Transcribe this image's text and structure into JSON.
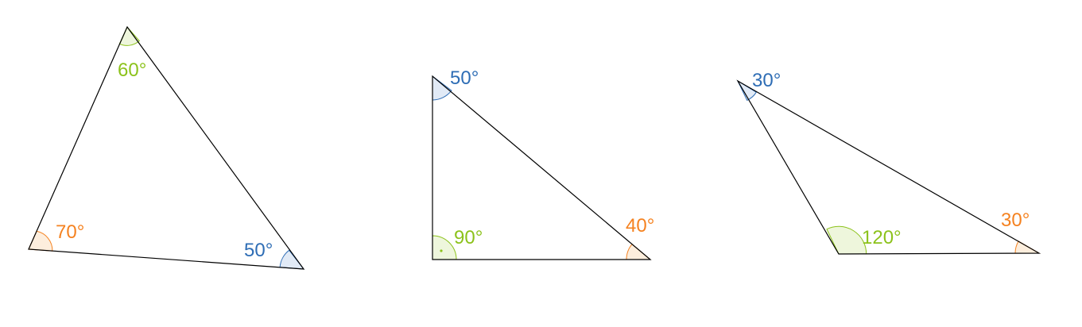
{
  "colors": {
    "orange": "#f58220",
    "green": "#8cc21b",
    "blue": "#2e6db5",
    "orange_fill": "#fdeedd",
    "green_fill": "#eef6dc",
    "blue_fill": "#e1eaf6"
  },
  "triangles": [
    {
      "name": "acute-triangle",
      "angles": [
        {
          "label": "60°",
          "color": "green"
        },
        {
          "label": "70°",
          "color": "orange"
        },
        {
          "label": "50°",
          "color": "blue"
        }
      ]
    },
    {
      "name": "right-triangle",
      "angles": [
        {
          "label": "50°",
          "color": "blue"
        },
        {
          "label": "90°",
          "color": "green"
        },
        {
          "label": "40°",
          "color": "orange"
        }
      ]
    },
    {
      "name": "obtuse-triangle",
      "angles": [
        {
          "label": "30°",
          "color": "blue"
        },
        {
          "label": "120°",
          "color": "green"
        },
        {
          "label": "30°",
          "color": "orange"
        }
      ]
    }
  ]
}
